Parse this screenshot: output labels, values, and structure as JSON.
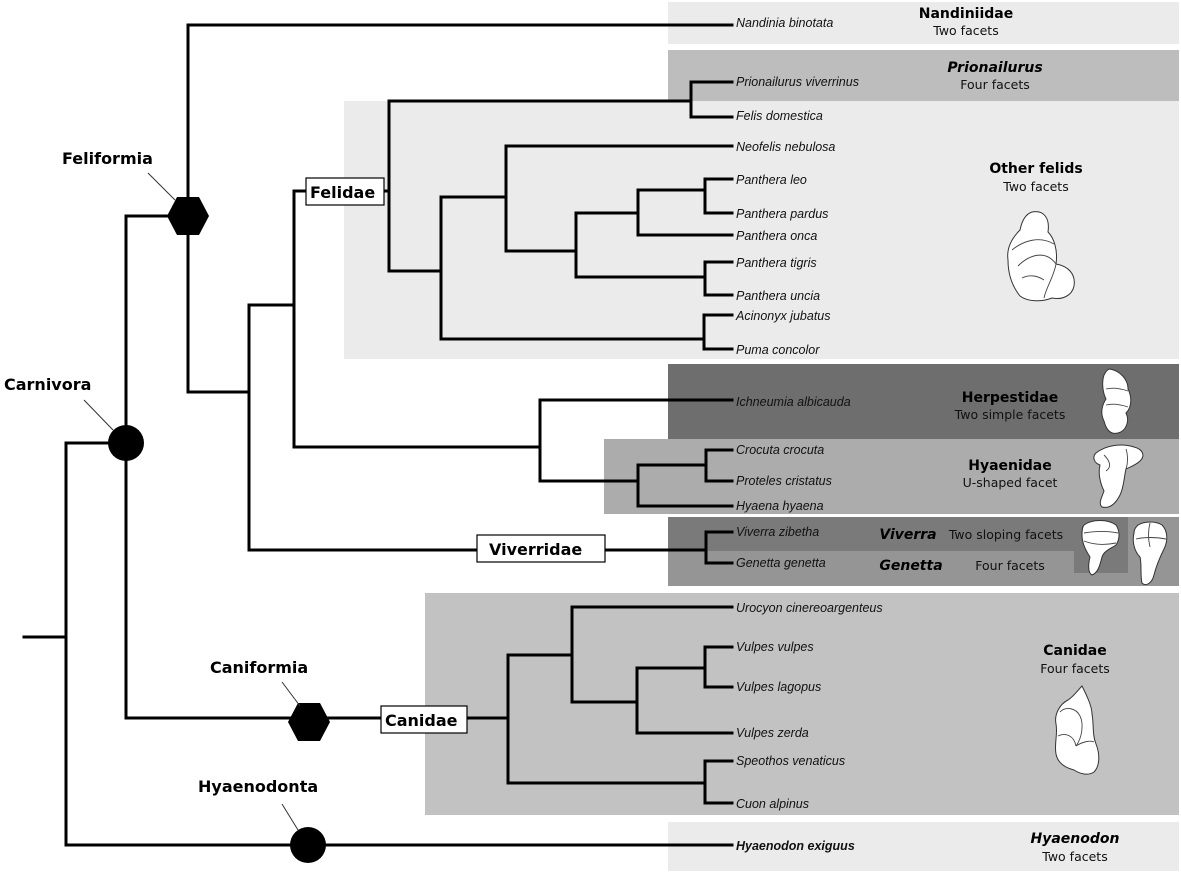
{
  "figure": {
    "type": "phylogenetic-tree",
    "clades": {
      "carnivora": "Carnivora",
      "feliformia": "Feliformia",
      "caniformia": "Caniformia",
      "hyaenodonta": "Hyaenodonta"
    },
    "boxed_labels": {
      "felidae": "Felidae",
      "viverridae": "Viverridae",
      "canidae": "Canidae"
    },
    "groups": {
      "nandiniidae": {
        "title": "Nandiniidae",
        "subtitle": "Two facets",
        "color": "#ebebeb"
      },
      "prionailurus": {
        "title": "Prionailurus",
        "subtitle": "Four facets",
        "color": "#bdbdbd"
      },
      "other_felids": {
        "title": "Other felids",
        "subtitle": "Two facets",
        "color": "#ebebeb"
      },
      "herpestidae": {
        "title": "Herpestidae",
        "subtitle": "Two simple facets",
        "color": "#6e6e6e"
      },
      "hyaenidae": {
        "title": "Hyaenidae",
        "subtitle": "U-shaped facet",
        "color": "#acacac"
      },
      "viverra": {
        "title": "Viverra",
        "subtitle": "Two sloping facets",
        "color": "#7a7a7a"
      },
      "genetta": {
        "title": "Genetta",
        "subtitle": "Four facets",
        "color": "#959595"
      },
      "canidae": {
        "title": "Canidae",
        "subtitle": "Four facets",
        "color": "#c2c2c2"
      },
      "hyaenodon": {
        "title": "Hyaenodon",
        "subtitle": "Two facets",
        "color": "#ebebeb"
      }
    },
    "taxa": {
      "nandinia": "Nandinia binotata",
      "prionailurus": "Prionailurus viverrinus",
      "felis": "Felis domestica",
      "neofelis": "Neofelis nebulosa",
      "pleo": "Panthera leo",
      "ppardus": "Panthera pardus",
      "ponca": "Panthera onca",
      "ptigris": "Panthera tigris",
      "puncia": "Panthera uncia",
      "acinonyx": "Acinonyx jubatus",
      "puma": "Puma concolor",
      "ichneumia": "Ichneumia albicauda",
      "crocuta": "Crocuta crocuta",
      "proteles": "Proteles cristatus",
      "hyaena": "Hyaena hyaena",
      "viverra": "Viverra zibetha",
      "genetta": "Genetta genetta",
      "urocyon": "Urocyon cinereoargenteus",
      "vvulpes": "Vulpes vulpes",
      "vlagopus": "Vulpes lagopus",
      "vzerda": "Vulpes zerda",
      "speothos": "Speothos venaticus",
      "cuon": "Cuon alpinus",
      "hyaenodon": "Hyaenodon exiguus"
    }
  }
}
